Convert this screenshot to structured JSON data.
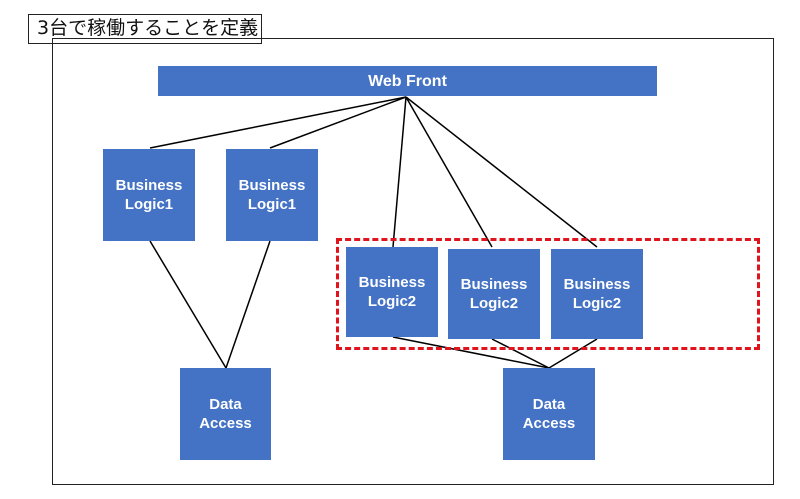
{
  "diagram": {
    "title": "3台で稼働することを定義",
    "web_front": "Web Front",
    "business_logic1": [
      "Business\nLogic1",
      "Business\nLogic1"
    ],
    "business_logic2": [
      "Business\nLogic2",
      "Business\nLogic2",
      "Business\nLogic2"
    ],
    "data_access": [
      "Data\nAccess",
      "Data\nAccess"
    ],
    "colors": {
      "node_fill": "#4472c4",
      "node_text": "#ffffff",
      "group_border": "#e0141c",
      "connector": "#000000"
    }
  }
}
